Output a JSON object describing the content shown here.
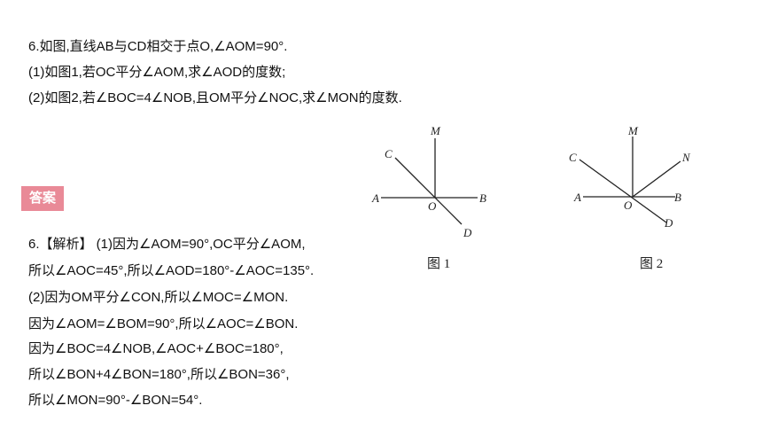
{
  "problem": {
    "line1": "6.如图,直线AB与CD相交于点O,∠AOM=90°.",
    "line2": "(1)如图1,若OC平分∠AOM,求∠AOD的度数;",
    "line3": "(2)如图2,若∠BOC=4∠NOB,且OM平分∠NOC,求∠MON的度数."
  },
  "answer_badge": "答案",
  "solution": {
    "line1": "6.【解析】 (1)因为∠AOM=90°,OC平分∠AOM,",
    "line2": "所以∠AOC=45°,所以∠AOD=180°-∠AOC=135°.",
    "line3": "(2)因为OM平分∠CON,所以∠MOC=∠MON.",
    "line4": "因为∠AOM=∠BOM=90°,所以∠AOC=∠BON.",
    "line5": "因为∠BOC=4∠NOB,∠AOC+∠BOC=180°,",
    "line6": "所以∠BON+4∠BON=180°,所以∠BON=36°,",
    "line7": "所以∠MON=90°-∠BON=54°."
  },
  "figure1": {
    "caption": "图 1",
    "labels": {
      "M": "M",
      "C": "C",
      "A": "A",
      "O": "O",
      "B": "B",
      "D": "D"
    }
  },
  "figure2": {
    "caption": "图 2",
    "labels": {
      "M": "M",
      "C": "C",
      "N": "N",
      "A": "A",
      "O": "O",
      "B": "B",
      "D": "D"
    }
  }
}
